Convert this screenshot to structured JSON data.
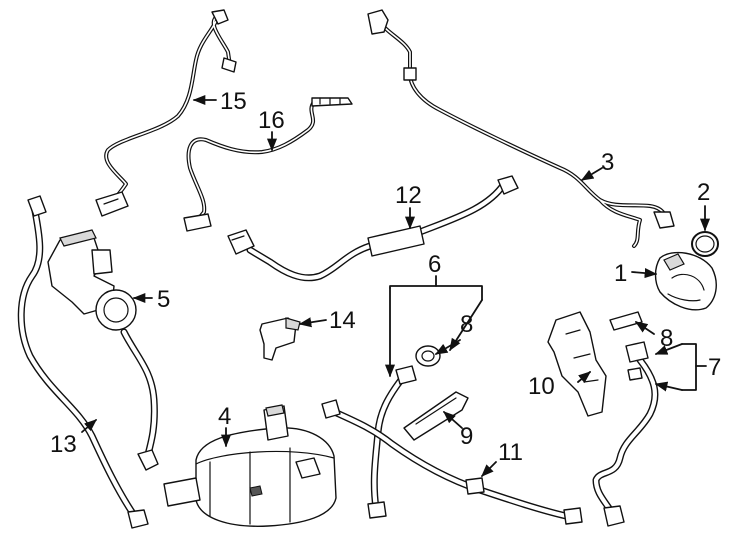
{
  "callouts": {
    "c1": "1",
    "c2": "2",
    "c3": "3",
    "c4": "4",
    "c5": "5",
    "c6": "6",
    "c7": "7",
    "c8a": "8",
    "c8b": "8",
    "c9": "9",
    "c10": "10",
    "c11": "11",
    "c12": "12",
    "c13": "13",
    "c14": "14",
    "c15": "15",
    "c16": "16"
  }
}
